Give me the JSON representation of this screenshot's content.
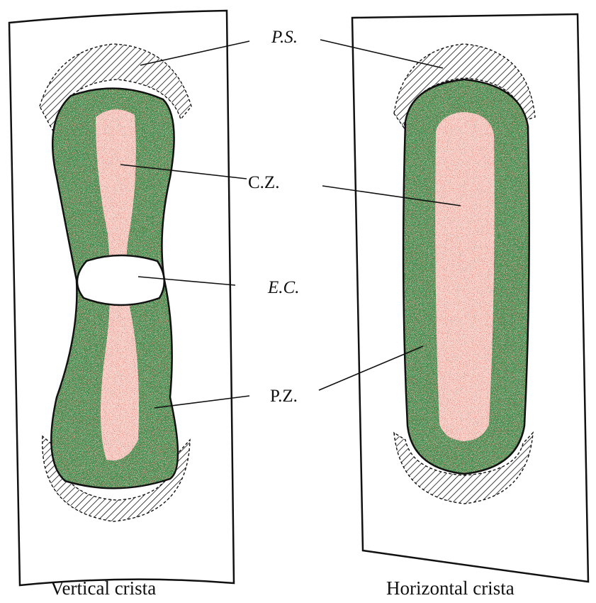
{
  "labels": {
    "ps": "P.S.",
    "cz": "C.Z.",
    "ec": "E.C.",
    "pz": "P.Z."
  },
  "captions": {
    "vertical": "Vertical crista",
    "horizontal": "Horizontal crista"
  },
  "colors": {
    "peripheral_zone": "#3f8a4c",
    "peripheral_zone_speckle_red": "#b3402f",
    "peripheral_zone_speckle_light": "#8fd6a8",
    "central_zone": "#f6d6cf",
    "central_zone_speckle": "#c8382c",
    "outline": "#111111",
    "hatch": "#111111"
  }
}
